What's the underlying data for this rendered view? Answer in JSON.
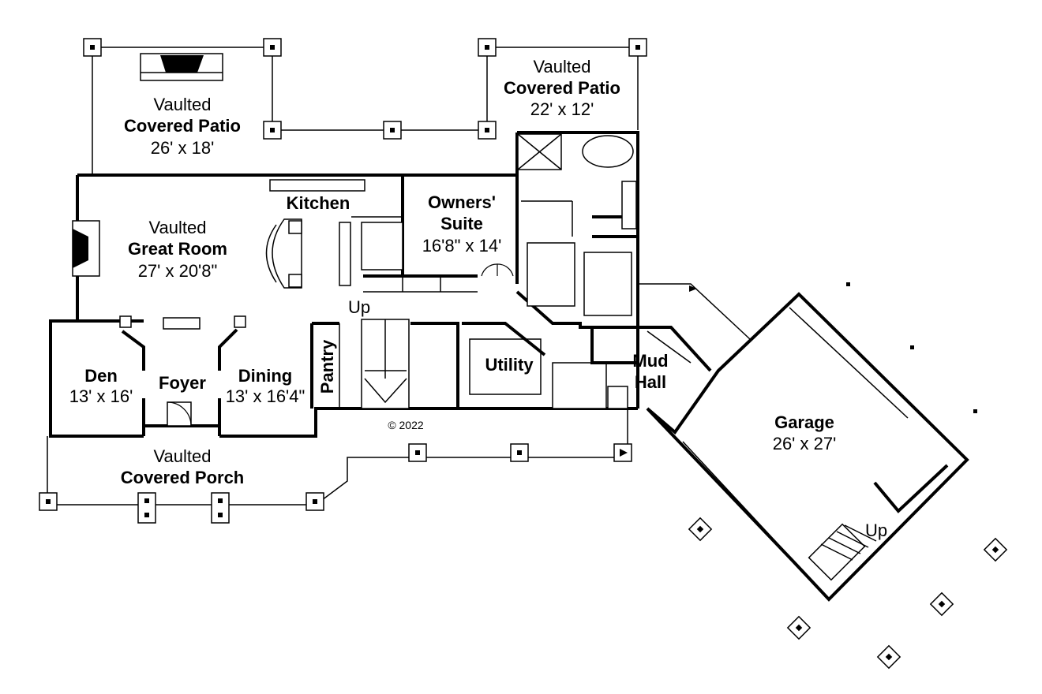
{
  "rooms": {
    "patio_left": {
      "line1": "Vaulted",
      "line2": "Covered Patio",
      "dims": "26' x 18'"
    },
    "patio_right": {
      "line1": "Vaulted",
      "line2": "Covered Patio",
      "dims": "22' x 12'"
    },
    "kitchen": {
      "name": "Kitchen"
    },
    "great_room": {
      "line1": "Vaulted",
      "line2": "Great Room",
      "dims": "27' x 20'8\""
    },
    "owners_suite": {
      "line1": "Owners'",
      "line2": "Suite",
      "dims": "16'8\" x 14'"
    },
    "den": {
      "name": "Den",
      "dims": "13' x 16'"
    },
    "foyer": {
      "name": "Foyer"
    },
    "dining": {
      "name": "Dining",
      "dims": "13' x 16'4\""
    },
    "pantry": {
      "name": "Pantry"
    },
    "utility": {
      "name": "Utility"
    },
    "mud_hall": {
      "line1": "Mud",
      "line2": "Hall"
    },
    "garage": {
      "name": "Garage",
      "dims": "26' x 27'"
    },
    "porch": {
      "line1": "Vaulted",
      "line2": "Covered Porch"
    }
  },
  "stairs": {
    "main_up": "Up",
    "garage_up": "Up"
  },
  "copyright": "© 2022"
}
